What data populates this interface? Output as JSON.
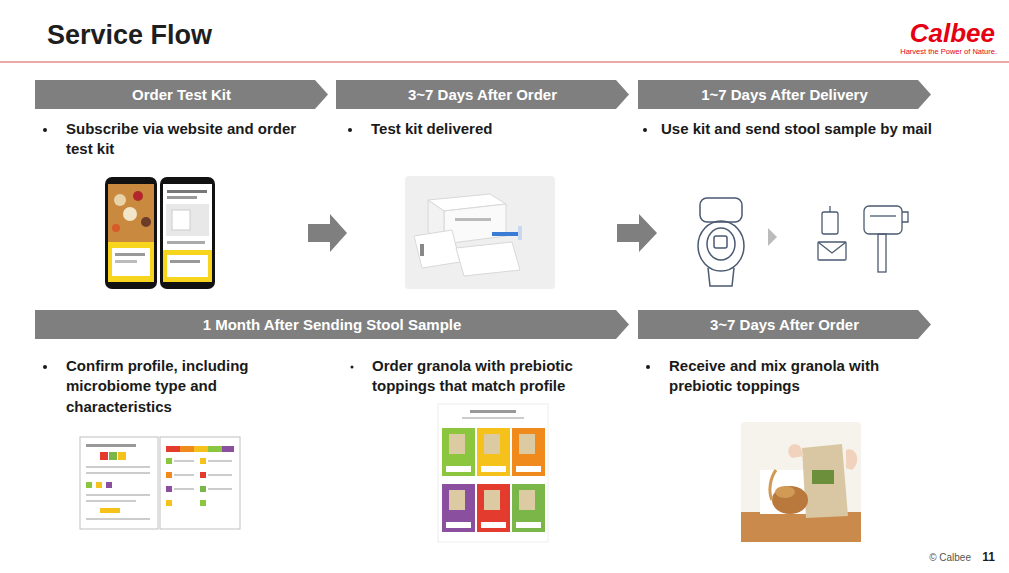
{
  "diagram": {
    "title": "Service Flow",
    "nodes": [
      {
        "text": [
          "Order Test Kit"
        ]
      },
      {
        "text": [
          "3~7 Days After Order"
        ]
      },
      {
        "text": [
          "1~7 Days After Delivery"
        ]
      },
      {
        "text": [
          "1 Month After Sending Stool Sample"
        ]
      },
      {
        "text": [
          "3~7 Days After Order"
        ]
      }
    ],
    "labels": [
      "Calbee",
      "Harvest the Power of Nature.",
      "Subscribe via website and order test kit",
      "Test kit delivered",
      "Use kit and send stool sample by mail",
      "Confirm profile, including microbiome type and characteristics",
      "Order granola with prebiotic toppings that match profile",
      "Receive and mix granola with prebiotic toppings",
      "© Calbee",
      "11"
    ]
  }
}
